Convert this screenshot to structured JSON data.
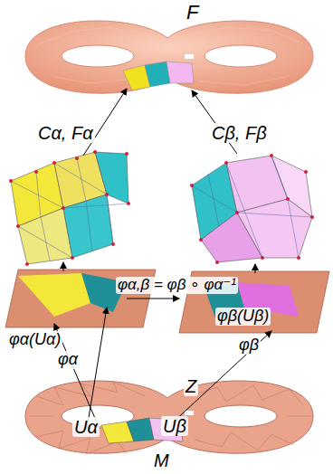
{
  "diagram": {
    "labels": [
      "F",
      "Cα, Fα",
      "Cβ, Fβ",
      "φα,β = φβ ∘ φα⁻¹",
      "φα(Uα)",
      "φβ(Uβ)",
      "φα",
      "φβ",
      "Z",
      "Uα",
      "Uβ",
      "M"
    ]
  }
}
